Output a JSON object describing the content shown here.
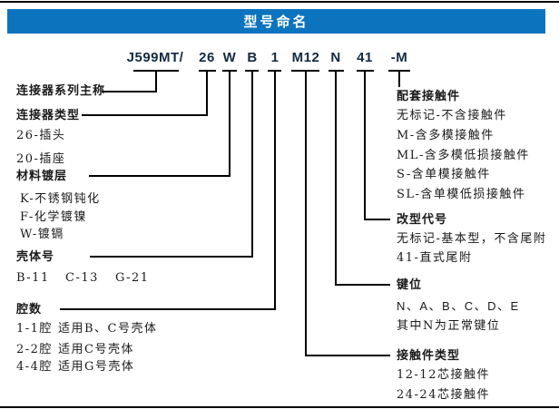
{
  "colors": {
    "accent": "#0c74bf",
    "text": "#1a1a1a",
    "part_number": "#122a42",
    "line": "#000000"
  },
  "header": {
    "title": "型号命名"
  },
  "part_number": {
    "full": "J599MT/ 26 W B 1 M12 N 41 -M",
    "tokens": [
      "J599MT/",
      "26",
      "W",
      "B",
      "1",
      "M12",
      "N",
      "41",
      "-M"
    ]
  },
  "left": {
    "series": {
      "title": "连接器系列主称"
    },
    "type": {
      "title": "连接器类型",
      "items": [
        "26-插头",
        "20-插座"
      ]
    },
    "plating": {
      "title": "材料镀层",
      "items": [
        "K-不锈钢钝化",
        "F-化学镀镍",
        "W-镀镉"
      ]
    },
    "shell": {
      "title": "壳体号",
      "items": [
        "B-11",
        "C-13",
        "G-21"
      ]
    },
    "cavity": {
      "title": "腔数",
      "rows": [
        {
          "code": "1-1腔",
          "desc": "适用B、C号壳体"
        },
        {
          "code": "2-2腔",
          "desc": "适用C号壳体"
        },
        {
          "code": "4-4腔",
          "desc": "适用G号壳体"
        }
      ]
    }
  },
  "right": {
    "mating": {
      "title": "配套接触件",
      "items": [
        "无标记-不含接触件",
        "M-含多模接触件",
        "ML-含多模低损接触件",
        "S-含单模接触件",
        "SL-含单模低损接触件"
      ]
    },
    "variant": {
      "title": "改型代号",
      "items": [
        "无标记-基本型，不含尾附",
        "41-直式尾附"
      ]
    },
    "keying": {
      "title": "键位",
      "items": [
        "N、A、B、C、D、E",
        "其中N为正常键位"
      ]
    },
    "contact": {
      "title": "接触件类型",
      "items": [
        "12-12芯接触件",
        "24-24芯接触件"
      ]
    }
  }
}
